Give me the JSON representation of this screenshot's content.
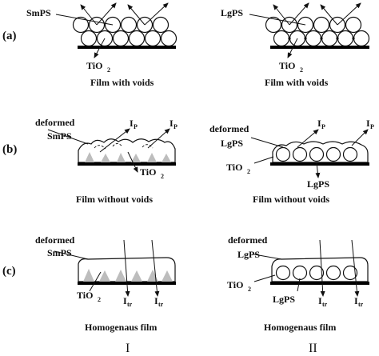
{
  "labels": {
    "row_a": "(a)",
    "row_b": "(b)",
    "row_c": "(c)",
    "smps": "SmPS",
    "lgps": "LgPS",
    "tio2_main": "TiO",
    "tio2_sub": "2",
    "ip_main": "I",
    "ip_sub": "P",
    "itr_main": "I",
    "itr_sub": "tr",
    "deformed": "deformed",
    "film_with_voids": "Film with voids",
    "film_without_voids": "Film without voids",
    "homogenaus_film": "Homogenaus film",
    "col_I": "I",
    "col_II": "II"
  },
  "colors": {
    "ink": "#111111",
    "substrate": "#000000",
    "tio2_particles": "#bdbdbd",
    "background": "#ffffff"
  }
}
